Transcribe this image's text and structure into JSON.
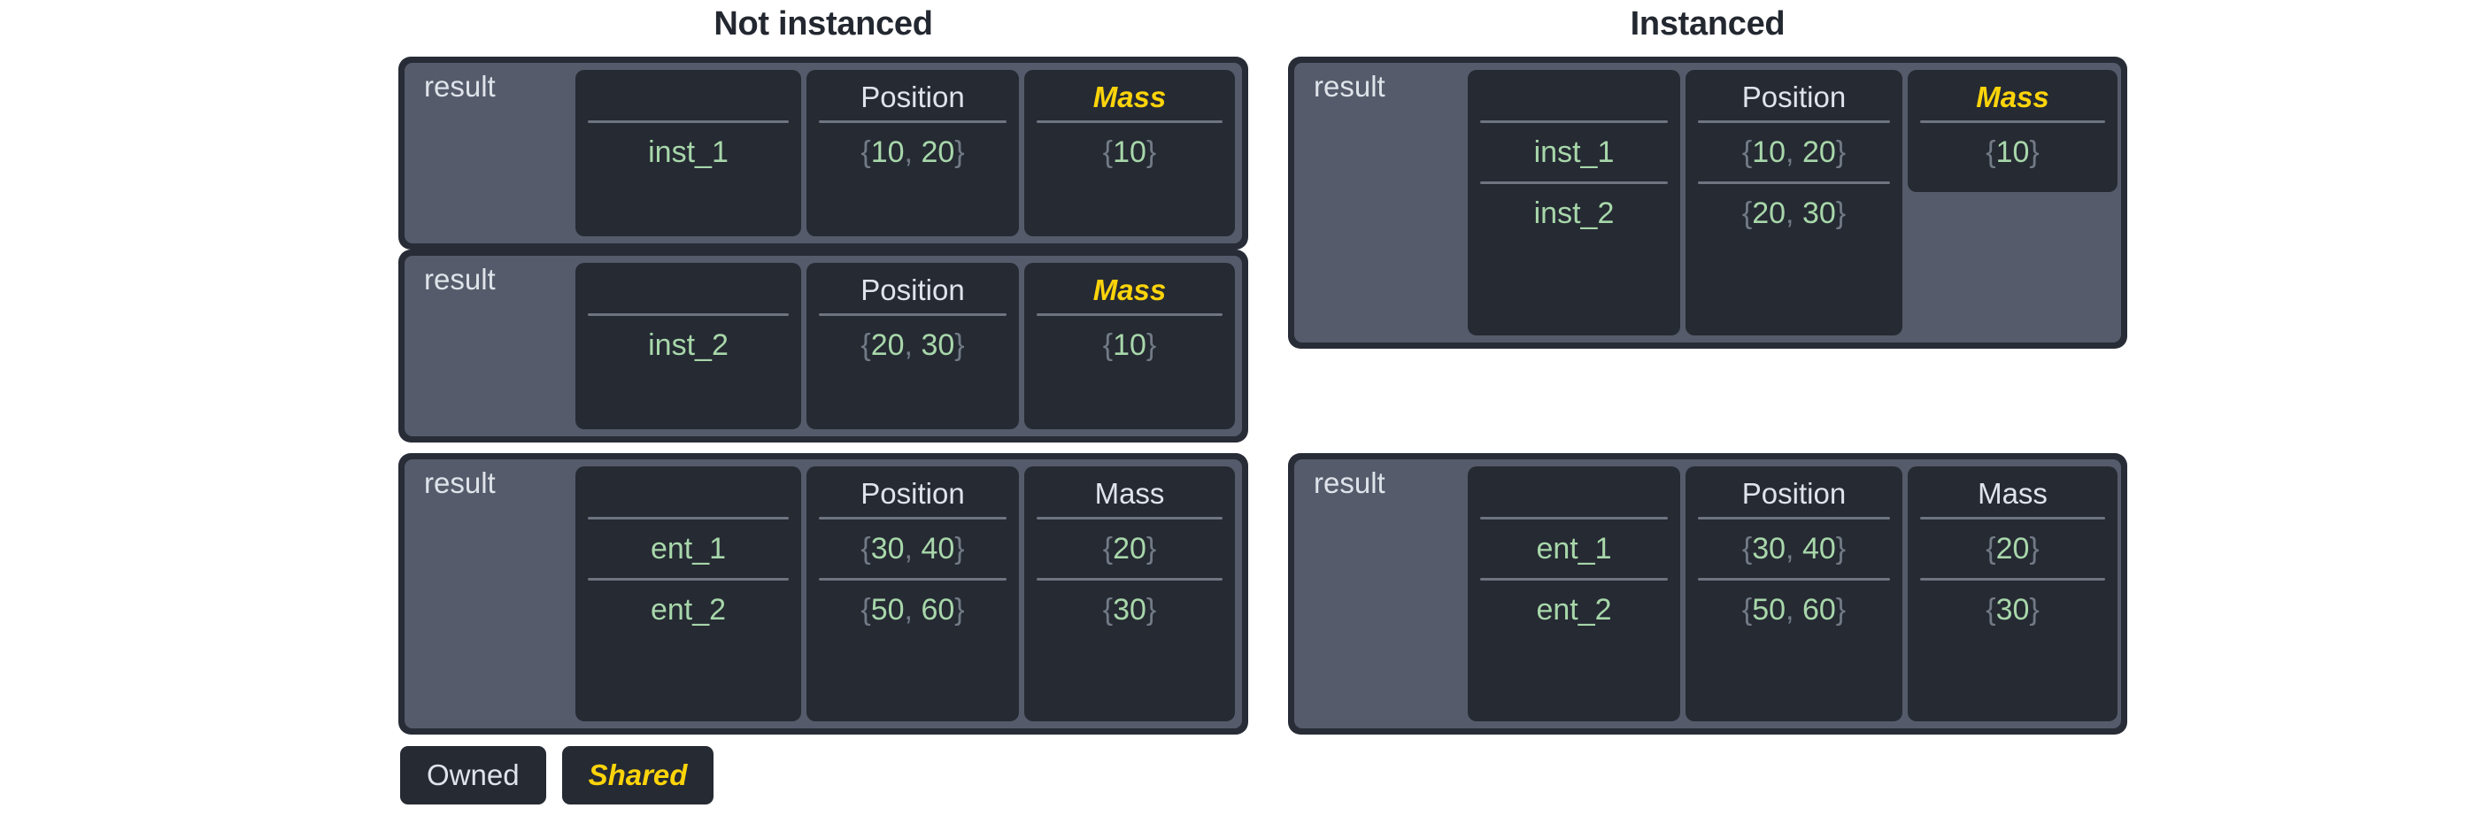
{
  "panels": [
    {
      "title": "Not instanced"
    },
    {
      "title": "Instanced"
    }
  ],
  "labels": {
    "result": "result",
    "blank_header": ""
  },
  "legend": [
    {
      "label": "Owned",
      "style": "owned"
    },
    {
      "label": "Shared",
      "style": "shared"
    }
  ],
  "colors": {
    "page_background": "#ffffff",
    "table_border": "#272c36",
    "panel_background": "#555b6a",
    "column_card": "#252a33",
    "text_light": "#dfe3ea",
    "text_value_green": "#a8d7aa",
    "text_brace_gray": "#727a86",
    "shared_yellow": "#fdd40a",
    "divider": "#6e7480",
    "title_text": "#232830"
  },
  "tables": {
    "not_instanced_1": {
      "panel": "Not instanced",
      "row_label": "result",
      "columns": [
        {
          "header": "",
          "shared": false,
          "rows": [
            "inst_1"
          ]
        },
        {
          "header": "Position",
          "shared": false,
          "rows": [
            "{10, 20}"
          ]
        },
        {
          "header": "Mass",
          "shared": true,
          "rows": [
            "{10}"
          ]
        }
      ]
    },
    "not_instanced_2": {
      "panel": "Not instanced",
      "row_label": "result",
      "columns": [
        {
          "header": "",
          "shared": false,
          "rows": [
            "inst_2"
          ]
        },
        {
          "header": "Position",
          "shared": false,
          "rows": [
            "{20, 30}"
          ]
        },
        {
          "header": "Mass",
          "shared": true,
          "rows": [
            "{10}"
          ]
        }
      ]
    },
    "not_instanced_3": {
      "panel": "Not instanced",
      "row_label": "result",
      "columns": [
        {
          "header": "",
          "shared": false,
          "rows": [
            "ent_1",
            "ent_2"
          ]
        },
        {
          "header": "Position",
          "shared": false,
          "rows": [
            "{30, 40}",
            "{50, 60}"
          ]
        },
        {
          "header": "Mass",
          "shared": false,
          "rows": [
            "{20}",
            "{30}"
          ]
        }
      ]
    },
    "instanced_1": {
      "panel": "Instanced",
      "row_label": "result",
      "columns": [
        {
          "header": "",
          "shared": false,
          "rows": [
            "inst_1",
            "inst_2"
          ]
        },
        {
          "header": "Position",
          "shared": false,
          "rows": [
            "{10, 20}",
            "{20, 30}"
          ]
        },
        {
          "header": "Mass",
          "shared": true,
          "rows": [
            "{10}"
          ]
        }
      ]
    },
    "instanced_2": {
      "panel": "Instanced",
      "row_label": "result",
      "columns": [
        {
          "header": "",
          "shared": false,
          "rows": [
            "ent_1",
            "ent_2"
          ]
        },
        {
          "header": "Position",
          "shared": false,
          "rows": [
            "{30, 40}",
            "{50, 60}"
          ]
        },
        {
          "header": "Mass",
          "shared": false,
          "rows": [
            "{20}",
            "{30}"
          ]
        }
      ]
    }
  }
}
